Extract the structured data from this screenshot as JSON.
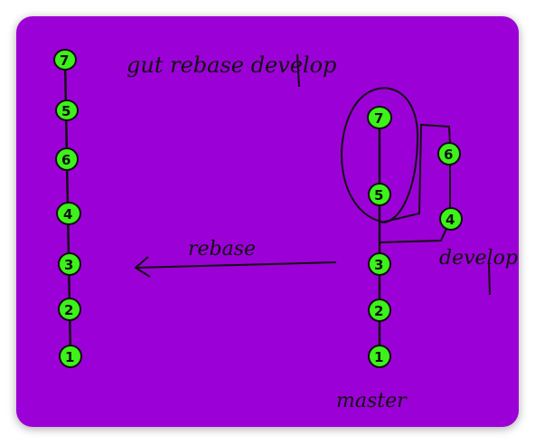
{
  "colors": {
    "background": "#9b00d6",
    "node_fill": "#3df21a",
    "ink": "#111111"
  },
  "title": "gut rebase develop",
  "arrow_label": "rebase",
  "branch_labels": {
    "develop": "develop",
    "master": "master"
  },
  "left_chain": [
    "7",
    "5",
    "6",
    "4",
    "3",
    "2",
    "1"
  ],
  "master_chain": [
    "1",
    "2",
    "3"
  ],
  "master_old_commits": [
    "5",
    "7"
  ],
  "develop_commits": [
    "4",
    "6"
  ]
}
